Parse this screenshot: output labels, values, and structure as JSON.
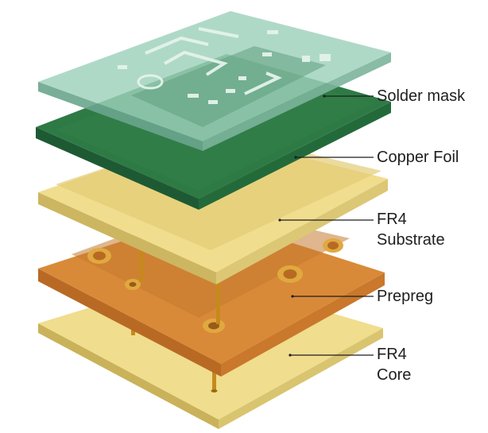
{
  "layers": [
    {
      "id": "solder-mask",
      "lines": [
        "Solder mask"
      ]
    },
    {
      "id": "copper-foil",
      "lines": [
        "Copper Foil"
      ]
    },
    {
      "id": "fr4-substrate",
      "lines": [
        "FR4",
        "Substrate"
      ]
    },
    {
      "id": "prepreg",
      "lines": [
        "Prepreg"
      ]
    },
    {
      "id": "fr4-core",
      "lines": [
        "FR4",
        "Core"
      ]
    }
  ],
  "colors": {
    "solder_mask": "#8cc4ac",
    "copper_foil": "#2e7a45",
    "fr4_top": "#f0dd8e",
    "prepreg_top": "#d98a38",
    "via": "#d8a23a",
    "text": "#1e1e1e"
  }
}
